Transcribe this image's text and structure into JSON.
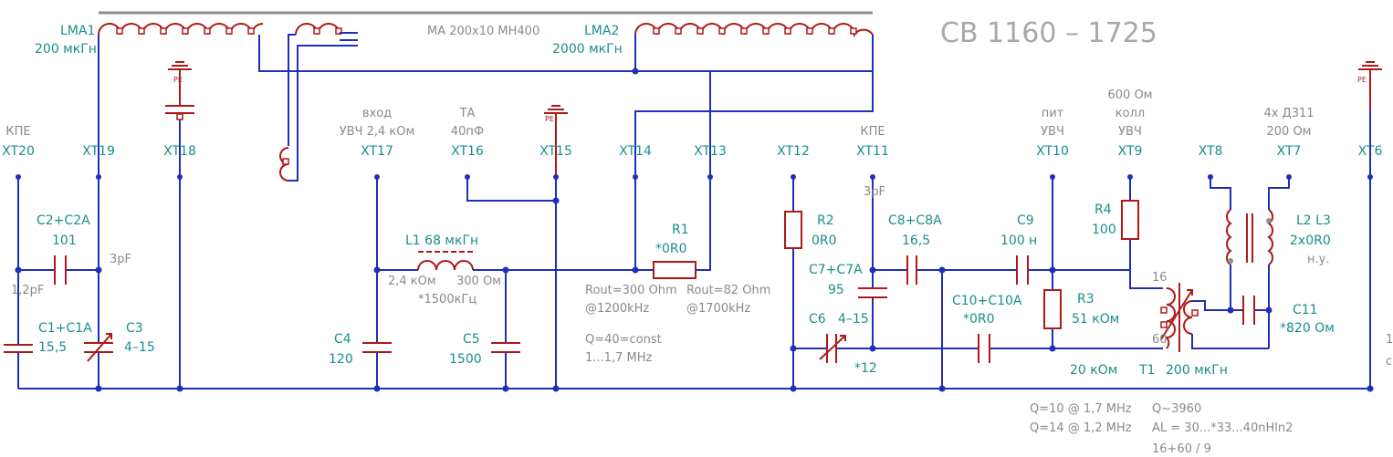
{
  "title": "СВ 1160 – 1725",
  "core_label": "МА 200х10 МН400",
  "inductors_top": [
    {
      "ref": "LMA1",
      "value": "200 мкГн"
    },
    {
      "ref": "LMA2",
      "value": "2000 мкГн"
    }
  ],
  "pe_label": "PE",
  "connectors": [
    {
      "ref": "XT20",
      "note": [
        "КПЕ"
      ]
    },
    {
      "ref": "XT19",
      "note": []
    },
    {
      "ref": "XT18",
      "note": []
    },
    {
      "ref": "XT17",
      "note": [
        "вход",
        "УВЧ 2,4 кОм"
      ]
    },
    {
      "ref": "XT16",
      "note": [
        "ТА",
        "40пФ"
      ]
    },
    {
      "ref": "XT15",
      "note": []
    },
    {
      "ref": "XT14",
      "note": []
    },
    {
      "ref": "XT13",
      "note": []
    },
    {
      "ref": "XT12",
      "note": []
    },
    {
      "ref": "XT11",
      "note": [
        "КПЕ"
      ]
    },
    {
      "ref": "XT10",
      "note": [
        "пит",
        "УВЧ"
      ]
    },
    {
      "ref": "XT9",
      "note": [
        "600 Ом",
        "колл",
        "УВЧ"
      ]
    },
    {
      "ref": "XT8",
      "note": []
    },
    {
      "ref": "XT7",
      "note": [
        "4х Д311",
        "200 Ом"
      ]
    },
    {
      "ref": "XT6",
      "note": []
    }
  ],
  "components": {
    "c2": {
      "ref": "C2+C2A",
      "value": "101"
    },
    "c1": {
      "ref": "C1+C1A",
      "value": "15,5"
    },
    "c3": {
      "ref": "C3",
      "value": "4–15"
    },
    "l1": {
      "ref": "L1  68 мкГн",
      "left": "2,4 кОм",
      "right": "300 Ом",
      "freq": "*1500кГц"
    },
    "c4": {
      "ref": "C4",
      "value": "120"
    },
    "c5": {
      "ref": "C5",
      "value": "1500"
    },
    "r1": {
      "ref": "R1",
      "value": "*0R0"
    },
    "r2": {
      "ref": "R2",
      "value": "0R0"
    },
    "c7": {
      "ref": "C7+C7A",
      "value": "95"
    },
    "c6": {
      "ref": "C6",
      "value": "4–15",
      "extra": "*12"
    },
    "c8": {
      "ref": "C8+C8A",
      "value": "16,5"
    },
    "c9": {
      "ref": "C9",
      "value": "100 н"
    },
    "c10": {
      "ref": "C10+C10A",
      "value": "*0R0"
    },
    "r3": {
      "ref": "R3",
      "value": "51 кОм"
    },
    "r4": {
      "ref": "R4",
      "value": "100"
    },
    "l2l3": {
      "ref": "L2  L3",
      "value": "2х0R0",
      "note": "н.у."
    },
    "c11": {
      "ref": "C11",
      "value": "*820 Ом"
    },
    "t1": {
      "ref": "T1",
      "value": "200 мкГн",
      "left": "20 кОм",
      "tap1": "16",
      "tap2": "60"
    }
  },
  "notes": {
    "stray_3pf_a": "3pF",
    "stray_12pf": "1,2pF",
    "stray_3pf_b": "3pF",
    "rout_a": "Rout=300 Ohm",
    "freq_a": "@1200kHz",
    "rout_b": "Rout=82 Ohm",
    "freq_b": "@1700kHz",
    "q_const": "Q=40=const",
    "range": "1...1,7 MHz",
    "q10": "Q=10 @ 1,7 MHz",
    "q14": "Q=14 @ 1,2 MHz",
    "q3960": "Q~3960",
    "al": "AL = 30...*33...40nHln2",
    "turns": "16+60 / 9",
    "edge1": "1",
    "edge2": "с"
  }
}
